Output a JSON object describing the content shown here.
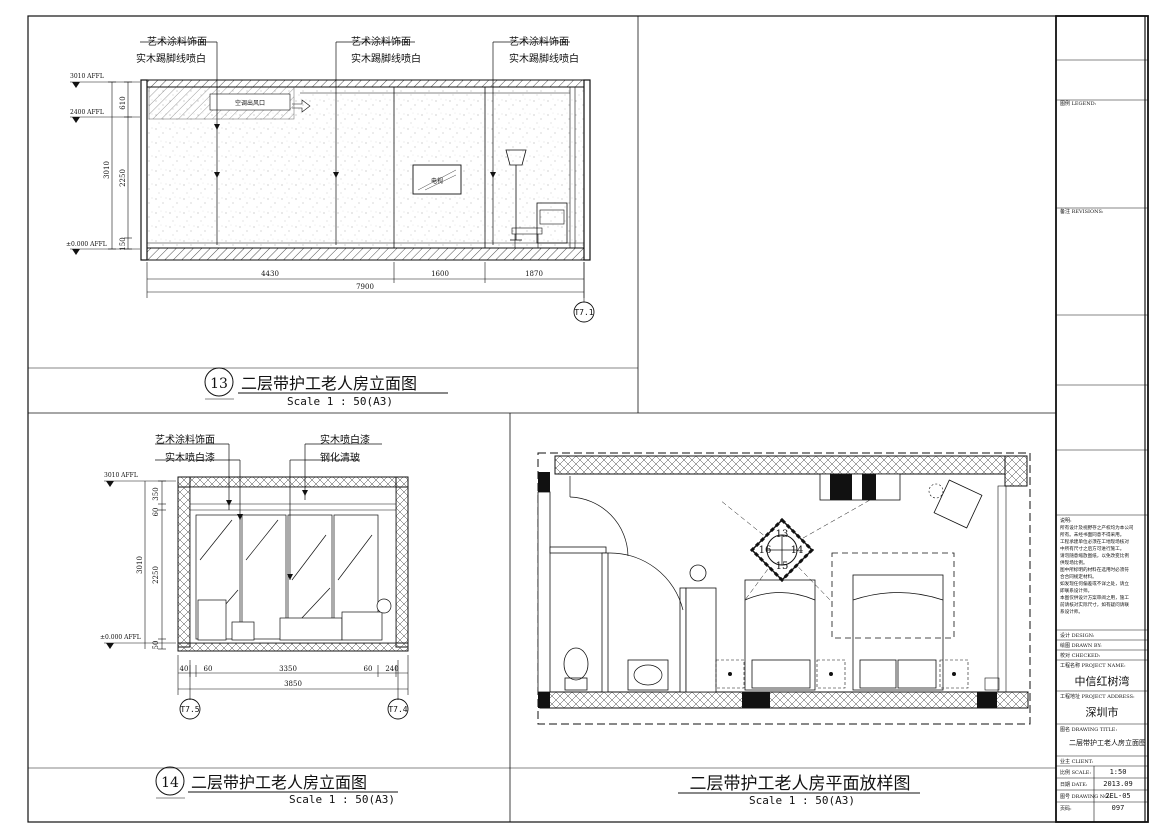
{
  "elevation13": {
    "number": "13",
    "title": "二层带护工老人房立面图",
    "scale": "Scale 1 : 50(A3)",
    "notes": [
      {
        "line1": "艺术涂料饰面",
        "line2": "实木踢脚线喷白"
      },
      {
        "line1": "艺术涂料饰面",
        "line2": "实木踢脚线喷白"
      },
      {
        "line1": "艺术涂料饰面",
        "line2": "实木踢脚线喷白"
      }
    ],
    "levels": [
      "3010 AFFL",
      "2400 AFFL",
      "±0.000 AFFL"
    ],
    "vert_dims": [
      "610",
      "2250",
      "3010",
      "150"
    ],
    "horiz_dims": [
      "4430",
      "1600",
      "1870"
    ],
    "total_dim": "7900",
    "ref_tag": "T7.1",
    "tv_label": "电视",
    "ac_label": "空调出风口"
  },
  "elevation14": {
    "number": "14",
    "title": "二层带护工老人房立面图",
    "scale": "Scale 1 : 50(A3)",
    "notes_left": [
      "艺术涂料饰面",
      "实木喷白漆"
    ],
    "notes_right": [
      "实木喷白漆",
      "钢化清玻"
    ],
    "levels": [
      "3010 AFFL",
      "±0.000 AFFL"
    ],
    "vert_dims": [
      "350",
      "60",
      "2250",
      "3010",
      "50"
    ],
    "horiz_dims": [
      "40",
      "60",
      "3350",
      "60",
      "240"
    ],
    "total_dim": "3850",
    "ref_tags": [
      "T7.5",
      "T7.4"
    ]
  },
  "plan": {
    "title": "二层带护工老人房平面放样图",
    "scale": "Scale 1 : 50(A3)",
    "marker_numbers": [
      "13",
      "16",
      "14",
      "15"
    ]
  },
  "titleblock": {
    "legend": "图例 LEGEND:",
    "revisions": "备注 REVISIONS:",
    "notes_label": "说明:",
    "notes": [
      "所有设计及视野存之产权均为本公司",
      "所有。未经书面同意不得采用。",
      "工程承建单位必须在工地现场核对",
      "中所有尺寸之后方可进行施工。",
      "请勿随意缩放图纸，以免改变比例",
      "供现场比例。",
      "图中所标明的材料在选用时必须符",
      "合合同规定材料。",
      "如发现任何偏差或不详之处，请立",
      "即联系设计师。",
      "本图仅供设计方案审阅之用，施工",
      "前请核对实际尺寸，如有疑问请联",
      "系设计师。"
    ],
    "design": "设计 DESIGN:",
    "drawn": "绘图 DRAWN BY:",
    "checked": "校对 CHECKED:",
    "project_name_label": "工程名称 PROJECT NAME:",
    "project_name": "中信红树湾",
    "project_address_label": "工程地址 PROJECT ADDRESS:",
    "project_address": "深圳市",
    "drawing_title_label": "图名 DRAWING TITLE:",
    "drawing_title": "二层带护工老人房立面图",
    "client_label": "业主 CLIENT:",
    "scale_label": "比例 SCALE:",
    "scale": "1:50",
    "date_label": "日期 DATE:",
    "date": "2013.09",
    "drawing_no_label": "图号 DRAWING NO:",
    "drawing_no": "2EL-05",
    "page_label": "页码:",
    "page": "097"
  }
}
